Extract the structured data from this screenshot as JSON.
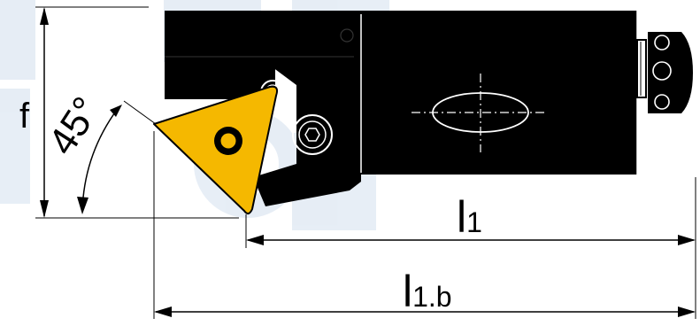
{
  "labels": {
    "f": "f",
    "angle": "45°",
    "l1_main": "l",
    "l1_sub": "1",
    "l1b_main": "l",
    "l1b_sub": "1.b"
  },
  "colors": {
    "body": "#000000",
    "insert": "#f5b800",
    "dimension_line": "#000000",
    "background": "#ffffff",
    "watermark": "#c9d9ea"
  },
  "icons": {
    "clamp_screw": "hex-socket-screw-icon",
    "insert_hole": "insert-center-hole",
    "shank_oval": "oval-marking"
  }
}
